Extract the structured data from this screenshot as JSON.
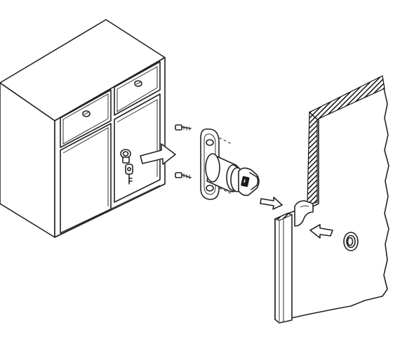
{
  "diagram": {
    "components": [
      "cabinet",
      "lock-body",
      "mounting-screws",
      "key",
      "drawer-panel",
      "strike-ring"
    ],
    "colors": {
      "line": "#222222",
      "fill": "#ffffff",
      "hatch": "#1b1b1b"
    }
  }
}
